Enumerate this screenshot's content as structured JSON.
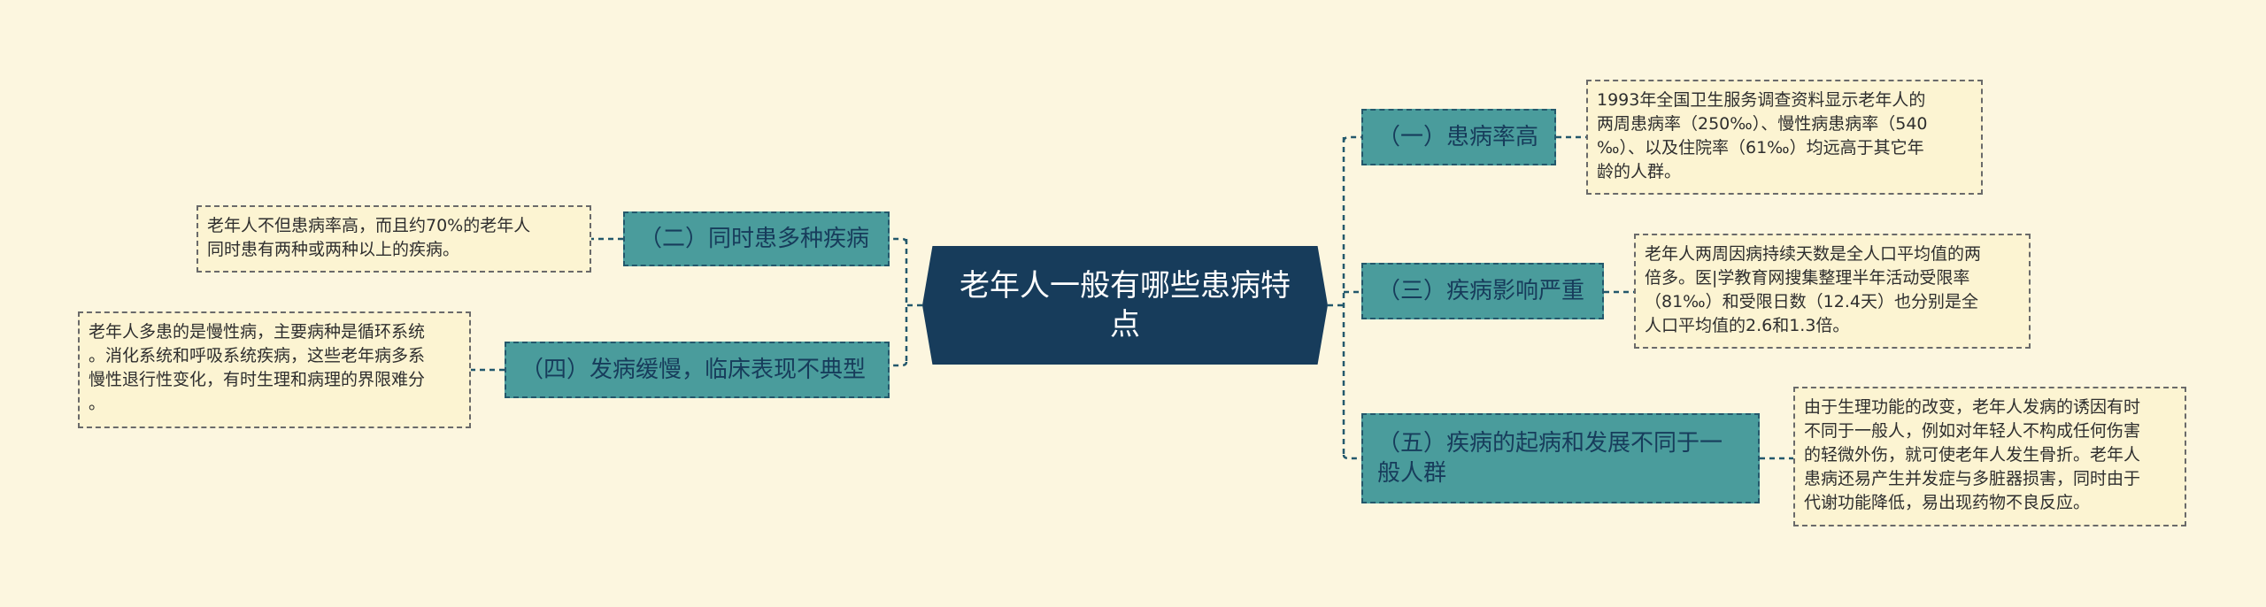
{
  "center": {
    "title": "老年人一般有哪些患病特点"
  },
  "branches": [
    {
      "id": "b1",
      "label": "（一）患病率高",
      "detail": "1993年全国卫生服务调查资料显示老年人的\n两周患病率（250‰）、慢性病患病率（540\n‰）、以及住院率（61‰）均远高于其它年\n龄的人群。"
    },
    {
      "id": "b2",
      "label": "（二）同时患多种疾病",
      "detail": "老年人不但患病率高，而且约70%的老年人\n同时患有两种或两种以上的疾病。"
    },
    {
      "id": "b3",
      "label": "（三）疾病影响严重",
      "detail": "老年人两周因病持续天数是全人口平均值的两\n倍多。医|学教育网搜集整理半年活动受限率\n（81‰）和受限日数（12.4天）也分别是全\n人口平均值的2.6和1.3倍。"
    },
    {
      "id": "b4",
      "label": "（四）发病缓慢，临床表现不典型",
      "detail": "老年人多患的是慢性病，主要病种是循环系统\n。消化系统和呼吸系统疾病，这些老年病多系\n慢性退行性变化，有时生理和病理的界限难分\n。"
    },
    {
      "id": "b5",
      "label": "（五）疾病的起病和发展不同于一般人群",
      "detail": "由于生理功能的改变，老年人发病的诱因有时\n不同于一般人，例如对年轻人不构成任何伤害\n的轻微外伤，就可使老年人发生骨折。老年人\n患病还易产生并发症与多脏器损害，同时由于\n代谢功能降低，易出现药物不良反应。"
    }
  ],
  "colors": {
    "background": "#fcf6df",
    "center_fill": "#173c5b",
    "branch_fill": "#4a9c9c",
    "branch_text": "#173c5b",
    "leaf_fill": "#fcf4d2",
    "line": "#23586c"
  }
}
